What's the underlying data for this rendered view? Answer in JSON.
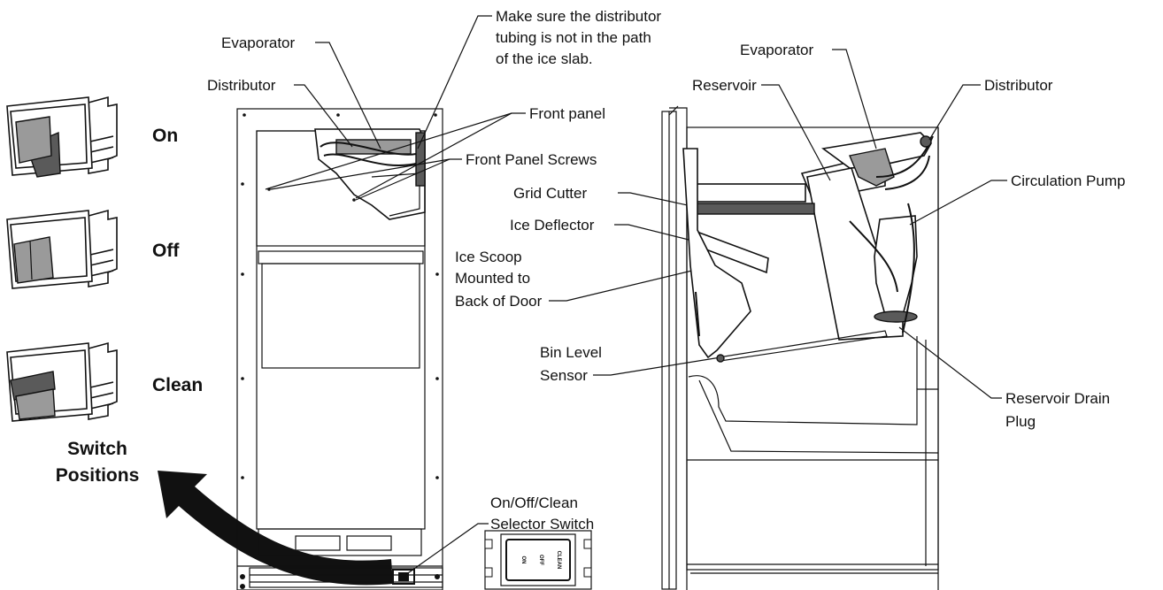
{
  "switch_positions": {
    "on": "On",
    "off": "Off",
    "clean": "Clean",
    "title_line1": "Switch",
    "title_line2": "Positions"
  },
  "front_labels": {
    "evaporator": "Evaporator",
    "distributor": "Distributor",
    "tubing_note_line1": "Make sure the distributor",
    "tubing_note_line2": "tubing is not in the path",
    "tubing_note_line3": "of the ice slab.",
    "front_panel": "Front panel",
    "front_panel_screws": "Front Panel Screws",
    "selector_switch_line1": "On/Off/Clean",
    "selector_switch_line2": "Selector Switch"
  },
  "middle_labels": {
    "grid_cutter": "Grid Cutter",
    "ice_deflector": "Ice Deflector",
    "ice_scoop_line1": "Ice Scoop",
    "ice_scoop_line2": "Mounted to",
    "ice_scoop_line3": "Back of Door",
    "bin_level_line1": "Bin Level",
    "bin_level_line2": "Sensor"
  },
  "side_labels": {
    "reservoir": "Reservoir",
    "evaporator": "Evaporator",
    "distributor": "Distributor",
    "circulation_pump": "Circulation Pump",
    "drain_plug_line1": "Reservoir Drain",
    "drain_plug_line2": "Plug"
  },
  "switch_face": {
    "on": "ON",
    "off": "OFF",
    "clean": "CLEAN"
  }
}
